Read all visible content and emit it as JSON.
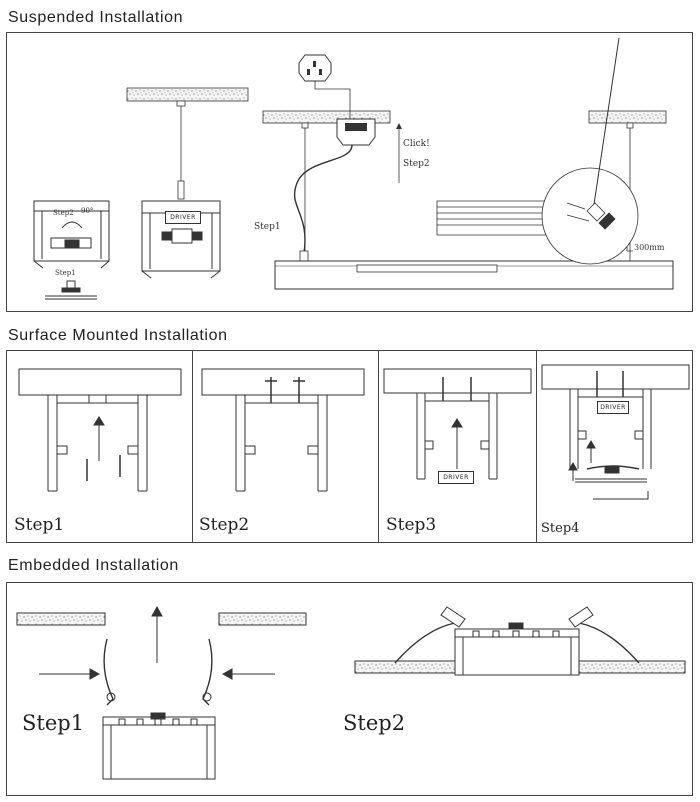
{
  "sections": {
    "suspended": {
      "title": "Suspended Installation",
      "labels": {
        "step1_small": "Step1",
        "step2_small": "Step2",
        "angle": "90°",
        "driver": "DRIVER",
        "click": "Click!",
        "step2": "Step2",
        "step1": "Step1",
        "distance": "300mm"
      }
    },
    "surface": {
      "title": "Surface Mounted Installation",
      "steps": [
        "Step1",
        "Step2",
        "Step3",
        "Step4"
      ],
      "driver": "DRIVER"
    },
    "embedded": {
      "title": "Embedded Installation",
      "steps": [
        "Step1",
        "Step2"
      ]
    }
  },
  "colors": {
    "line": "#333333",
    "ceiling_fill": "#f4f4f4",
    "frame": "#444444"
  }
}
